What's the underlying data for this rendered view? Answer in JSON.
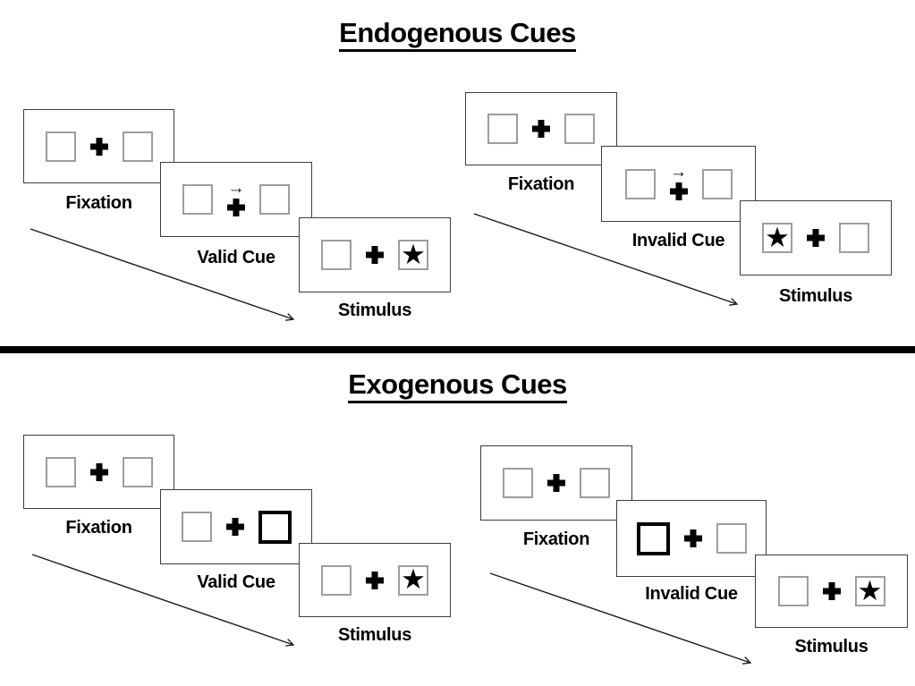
{
  "titles": {
    "endogenous": "Endogenous Cues",
    "exogenous": "Exogenous Cues"
  },
  "labels": {
    "fixation": "Fixation",
    "valid_cue": "Valid Cue",
    "invalid_cue": "Invalid Cue",
    "stimulus": "Stimulus"
  },
  "icons": {
    "star": "★",
    "cue_arrow": "→",
    "fixation_cross": "+"
  },
  "colors": {
    "background": "#ffffff",
    "panel_border": "#3d3d3d",
    "placeholder_box_border": "#9d9d9d",
    "exogenous_cue_box_border": "#000000",
    "text": "#000000",
    "divider": "#000000"
  },
  "diagram": {
    "description_top": "Endogenous cueing: central arrow cue above fixation cross; valid trial star appears right, invalid trial star appears left",
    "description_bottom": "Exogenous cueing: peripheral box brightening cue; valid trial cued right box with star right, invalid trial cued left box with star right"
  }
}
